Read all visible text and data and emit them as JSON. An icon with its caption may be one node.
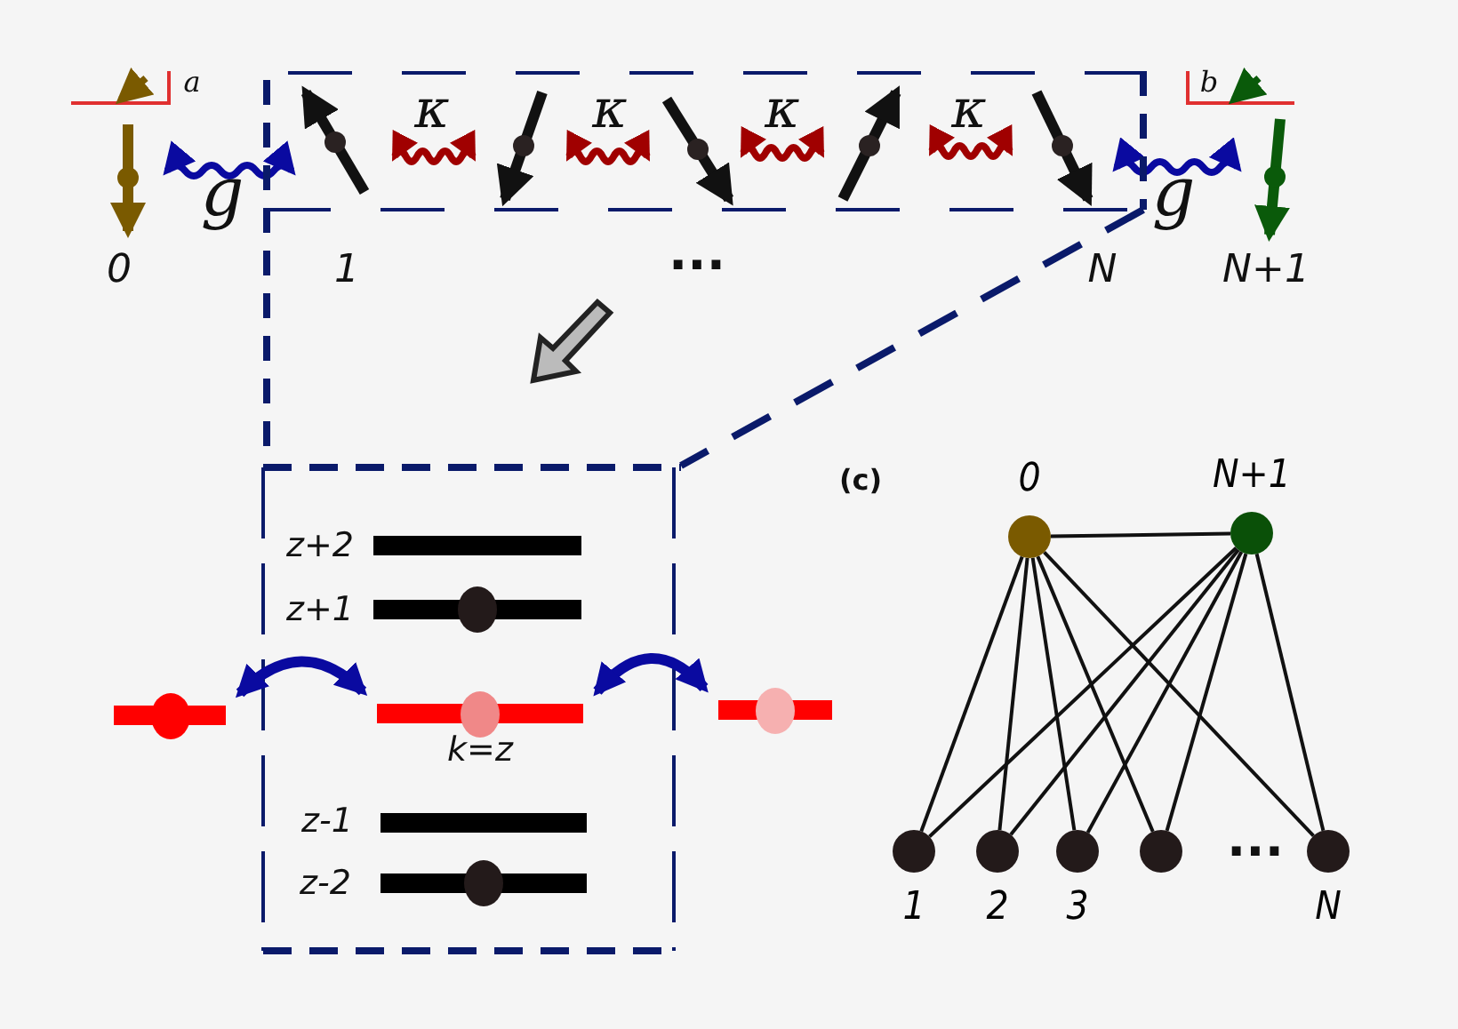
{
  "diagram": {
    "nodes": [
      {
        "text": [
          "0"
        ]
      },
      {
        "text": [
          "N+1"
        ]
      },
      {
        "text": [
          "1"
        ]
      },
      {
        "text": [
          "2"
        ]
      },
      {
        "text": [
          "3"
        ]
      },
      {
        "text": [],
        "shape": "circle"
      },
      {
        "text": [
          "N"
        ]
      },
      {
        "text": [],
        "shape": "bar"
      },
      {
        "text": [],
        "shape": "bar"
      },
      {
        "text": [],
        "shape": "bar"
      }
    ],
    "edges": [
      {
        "from": 0,
        "to": 1,
        "arrow": "none"
      },
      {
        "from": 0,
        "to": 2,
        "arrow": "none"
      },
      {
        "from": 0,
        "to": 3,
        "arrow": "none"
      },
      {
        "from": 0,
        "to": 4,
        "arrow": "none"
      },
      {
        "from": 0,
        "to": 5,
        "arrow": "none"
      },
      {
        "from": 0,
        "to": 6,
        "arrow": "none"
      },
      {
        "from": 1,
        "to": 2,
        "arrow": "none"
      },
      {
        "from": 1,
        "to": 3,
        "arrow": "none"
      },
      {
        "from": 1,
        "to": 4,
        "arrow": "none"
      },
      {
        "from": 1,
        "to": 5,
        "arrow": "none"
      },
      {
        "from": 1,
        "to": 6,
        "arrow": "none"
      },
      {
        "from": 7,
        "to": 8,
        "arrow": "both",
        "style": "thick",
        "color": "#0a0aa0"
      },
      {
        "from": 8,
        "to": 9,
        "arrow": "both",
        "style": "thick",
        "color": "#0a0aa0"
      }
    ],
    "labels": [
      "a",
      "b",
      "κ",
      "κ",
      "κ",
      "κ",
      "g",
      "g",
      "0",
      "1",
      "...",
      "N",
      "N+1",
      "z+2",
      "z+1",
      "k=z",
      "(c)",
      "z-1",
      "z-2",
      "..."
    ]
  }
}
